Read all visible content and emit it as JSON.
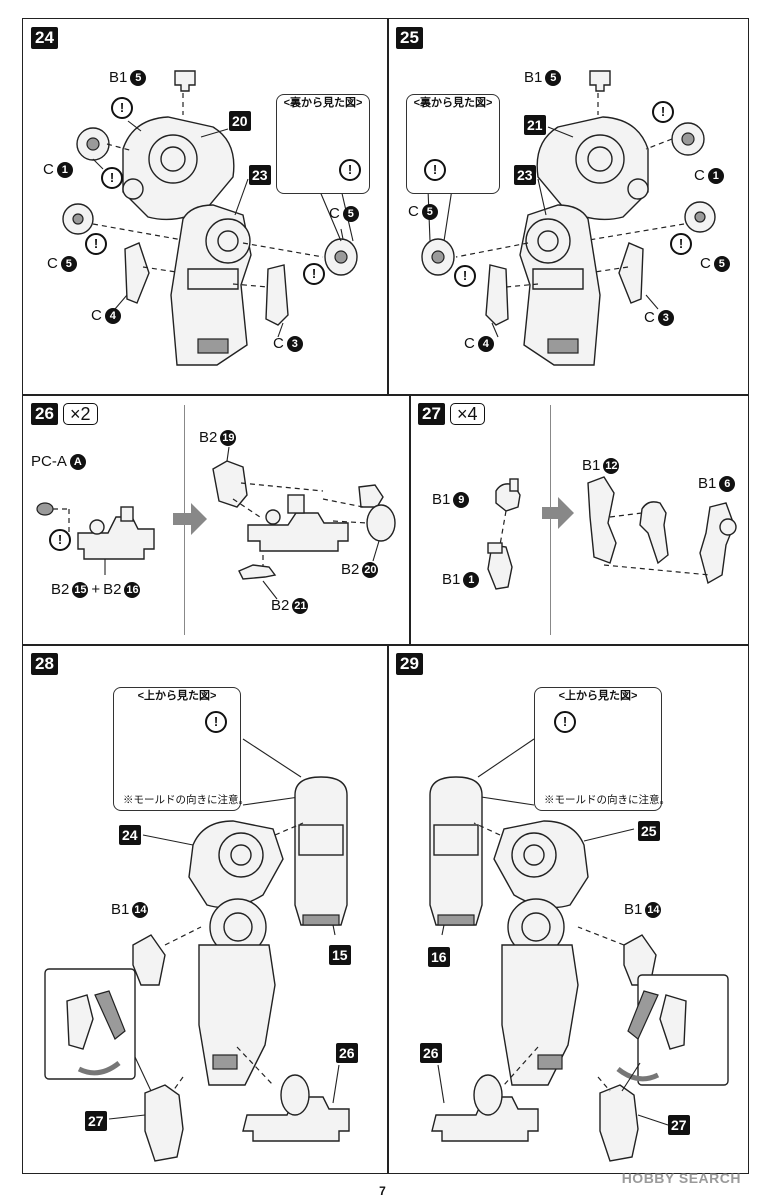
{
  "page_number": "7",
  "watermark": "HOBBY SEARCH",
  "steps": {
    "s24": {
      "num": "24",
      "callout_title": "<裏から見た図>",
      "labels": {
        "b1": "B1",
        "b1_n": "5",
        "c_1": "C",
        "c_1_n": "1",
        "c_5a": "C",
        "c_5a_n": "5",
        "c_4": "C",
        "c_4_n": "4",
        "c_5b": "C",
        "c_5b_n": "5",
        "c_3": "C",
        "c_3_n": "3"
      },
      "tags": {
        "t20": "20",
        "t23": "23"
      }
    },
    "s25": {
      "num": "25",
      "callout_title": "<裏から見た図>",
      "labels": {
        "b1": "B1",
        "b1_n": "5",
        "c_1": "C",
        "c_1_n": "1",
        "c_5a": "C",
        "c_5a_n": "5",
        "c_4": "C",
        "c_4_n": "4",
        "c_5b": "C",
        "c_5b_n": "5",
        "c_3": "C",
        "c_3_n": "3"
      },
      "tags": {
        "t21": "21",
        "t23": "23"
      }
    },
    "s26": {
      "num": "26",
      "multiplier": "×2",
      "labels": {
        "pca": "PC-A",
        "pca_n": "A",
        "b2a": "B2",
        "b2a_n": "15",
        "plus": "+",
        "b2b": "B2",
        "b2b_n": "16",
        "b2c": "B2",
        "b2c_n": "19",
        "b2d": "B2",
        "b2d_n": "20",
        "b2e": "B2",
        "b2e_n": "21"
      }
    },
    "s27": {
      "num": "27",
      "multiplier": "×4",
      "labels": {
        "b1a": "B1",
        "b1a_n": "9",
        "b1b": "B1",
        "b1b_n": "1",
        "b1c": "B1",
        "b1c_n": "12",
        "b1d": "B1",
        "b1d_n": "6"
      }
    },
    "s28": {
      "num": "28",
      "callout_title": "<上から見た図>",
      "note": "※モールドの向きに注意。",
      "labels": {
        "b1": "B1",
        "b1_n": "14"
      },
      "tags": {
        "t24": "24",
        "t15": "15",
        "t26": "26",
        "t27": "27"
      }
    },
    "s29": {
      "num": "29",
      "callout_title": "<上から見た図>",
      "note": "※モールドの向きに注意。",
      "labels": {
        "b1": "B1",
        "b1_n": "14"
      },
      "tags": {
        "t25": "25",
        "t16": "16",
        "t26": "26",
        "t27": "27"
      }
    }
  },
  "warning_symbol": "!"
}
